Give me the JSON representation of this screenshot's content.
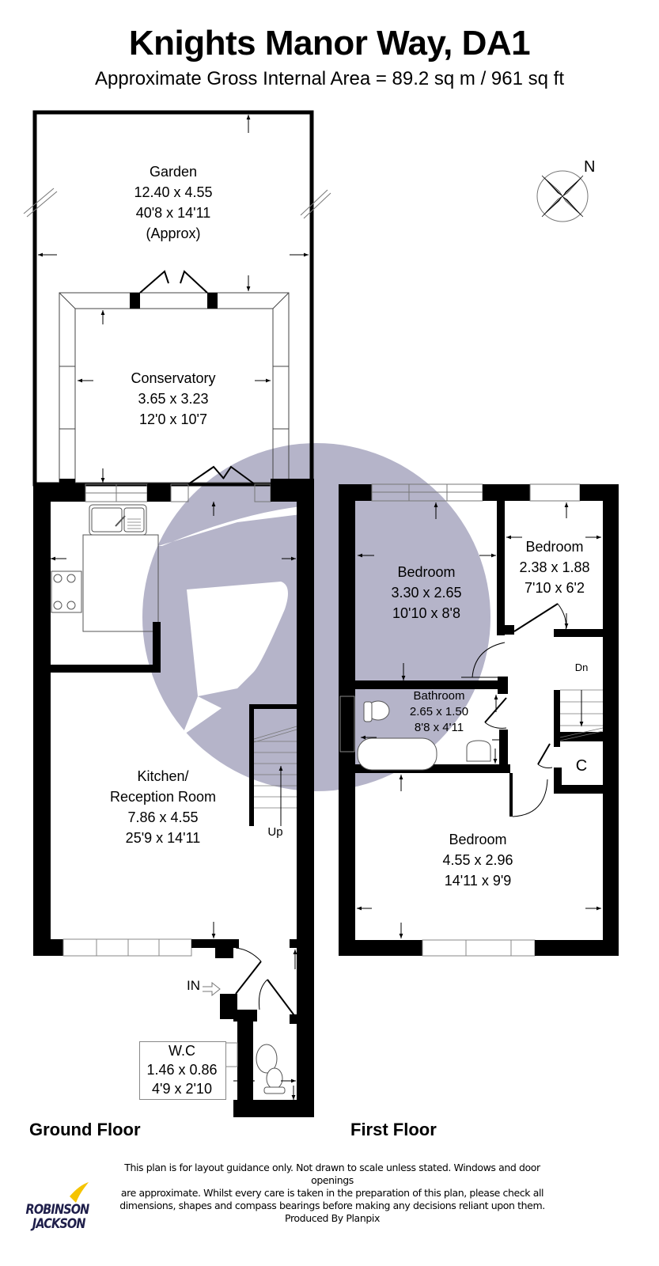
{
  "header": {
    "title": "Knights Manor Way, DA1",
    "subtitle": "Approximate Gross Internal Area = 89.2 sq m / 961 sq ft"
  },
  "compass": {
    "icon": "compass-rose-icon",
    "label": "N"
  },
  "colors": {
    "wall": "#000000",
    "watermark": "#b5b4c9",
    "logo_text": "#1e1e4a",
    "logo_swoosh": "#f5c400"
  },
  "ground_floor": {
    "label": "Ground Floor",
    "rooms": [
      {
        "name": "Garden",
        "metric": "12.40 x 4.55",
        "imperial": "40'8 x 14'11",
        "note": "(Approx)"
      },
      {
        "name": "Conservatory",
        "metric": "3.65 x 3.23",
        "imperial": "12'0 x 10'7"
      },
      {
        "name": "Kitchen/",
        "name2": "Reception Room",
        "metric": "7.86 x 4.55",
        "imperial": "25'9 x 14'11"
      },
      {
        "name": "W.C",
        "metric": "1.46 x 0.86",
        "imperial": "4'9 x 2'10"
      }
    ],
    "stairs_label": "Up",
    "entrance_label": "IN"
  },
  "first_floor": {
    "label": "First Floor",
    "rooms": [
      {
        "name": "Bedroom",
        "metric": "3.30 x 2.65",
        "imperial": "10'10 x 8'8"
      },
      {
        "name": "Bedroom",
        "metric": "2.38 x 1.88",
        "imperial": "7'10 x 6'2"
      },
      {
        "name": "Bathroom",
        "metric": "2.65 x 1.50",
        "imperial": "8'8 x 4'11"
      },
      {
        "name": "Bedroom",
        "metric": "4.55 x 2.96",
        "imperial": "14'11 x 9'9"
      },
      {
        "name": "C"
      }
    ],
    "stairs_label": "Dn"
  },
  "footer": {
    "disclaimer_lines": [
      "This plan is for layout guidance only. Not drawn to scale unless stated. Windows and door openings",
      "are approximate. Whilst every care is taken in the preparation of this plan, please check all",
      "dimensions, shapes and compass bearings before making any decisions reliant upon them.",
      "Produced By Planpix"
    ],
    "logo": {
      "line1": "ROBINSON",
      "line2": "JACKSON"
    }
  }
}
